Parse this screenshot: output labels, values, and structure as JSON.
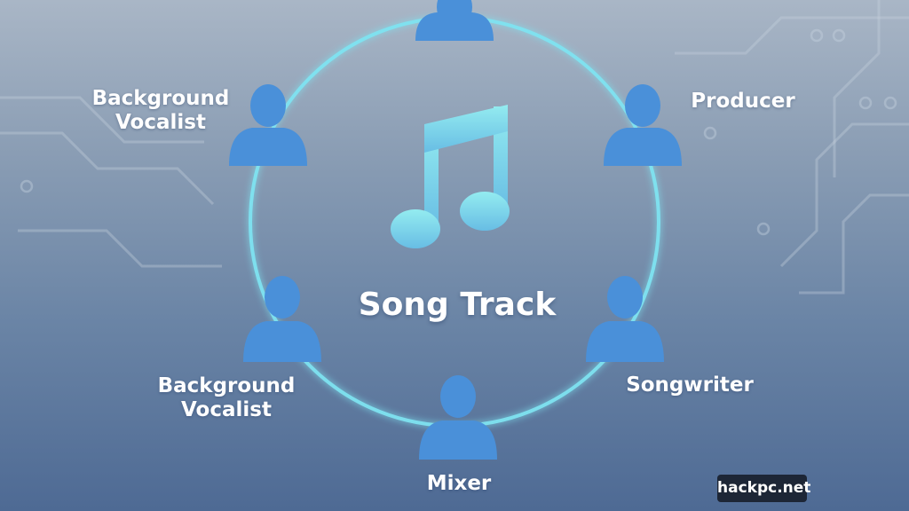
{
  "diagram": {
    "center_label": "Song Track",
    "center_icon": "music-note-icon",
    "roles": [
      {
        "label": "Background\nVocalist",
        "icon": "person-icon"
      },
      {
        "label": "Producer",
        "icon": "person-icon"
      },
      {
        "label": "Songwriter",
        "icon": "person-icon"
      },
      {
        "label": "Mixer",
        "icon": "person-icon"
      },
      {
        "label": "Background\nVocalist",
        "icon": "person-icon"
      }
    ]
  },
  "watermark": "hackpc.net",
  "colors": {
    "ring": "#7fe4f2",
    "person": "#4a90d9",
    "note_top": "#8fe9ef",
    "note_bottom": "#6cc3e6",
    "watermark_bg": "#1d2636"
  }
}
